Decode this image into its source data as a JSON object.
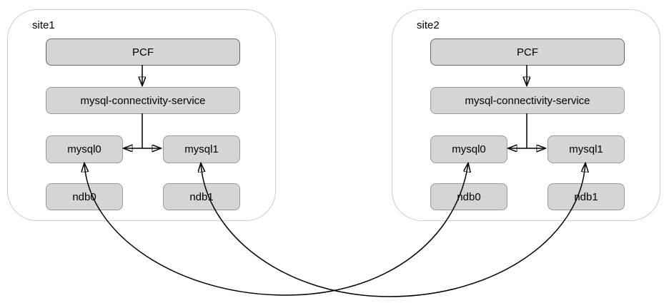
{
  "diagram": {
    "title": "PCF MySQL NDB dual-site replication diagram",
    "colors": {
      "node_fill": "#d5d5d5",
      "pcf_border": "#666666",
      "node_border": "#999999",
      "container_border": "#cccccc",
      "connector": "#000000",
      "background": "#ffffff",
      "text": "#000000"
    },
    "sites": [
      {
        "label": "site1",
        "nodes": {
          "pcf": "PCF",
          "mcs": "mysql-connectivity-service",
          "mysql0": "mysql0",
          "mysql1": "mysql1",
          "ndb0": "ndb0",
          "ndb1": "ndb1"
        }
      },
      {
        "label": "site2",
        "nodes": {
          "pcf": "PCF",
          "mcs": "mysql-connectivity-service",
          "mysql0": "mysql0",
          "mysql1": "mysql1",
          "ndb0": "ndb0",
          "ndb1": "ndb1"
        }
      }
    ],
    "edges": [
      {
        "from": "site1.pcf",
        "to": "site1.mcs",
        "style": "straight-arrow-down"
      },
      {
        "from": "site1.mcs",
        "to": "site1.mysql0",
        "style": "t-branch-arrow"
      },
      {
        "from": "site1.mcs",
        "to": "site1.mysql1",
        "style": "t-branch-arrow"
      },
      {
        "from": "site2.pcf",
        "to": "site2.mcs",
        "style": "straight-arrow-down"
      },
      {
        "from": "site2.mcs",
        "to": "site2.mysql0",
        "style": "t-branch-arrow"
      },
      {
        "from": "site2.mcs",
        "to": "site2.mysql1",
        "style": "t-branch-arrow"
      },
      {
        "from": "site1.mysql0",
        "to": "site2.mysql0",
        "style": "curved-double-arrow",
        "via": "ndb0 nodes"
      },
      {
        "from": "site1.mysql1",
        "to": "site2.mysql1",
        "style": "curved-double-arrow",
        "via": "ndb1 nodes"
      }
    ]
  }
}
